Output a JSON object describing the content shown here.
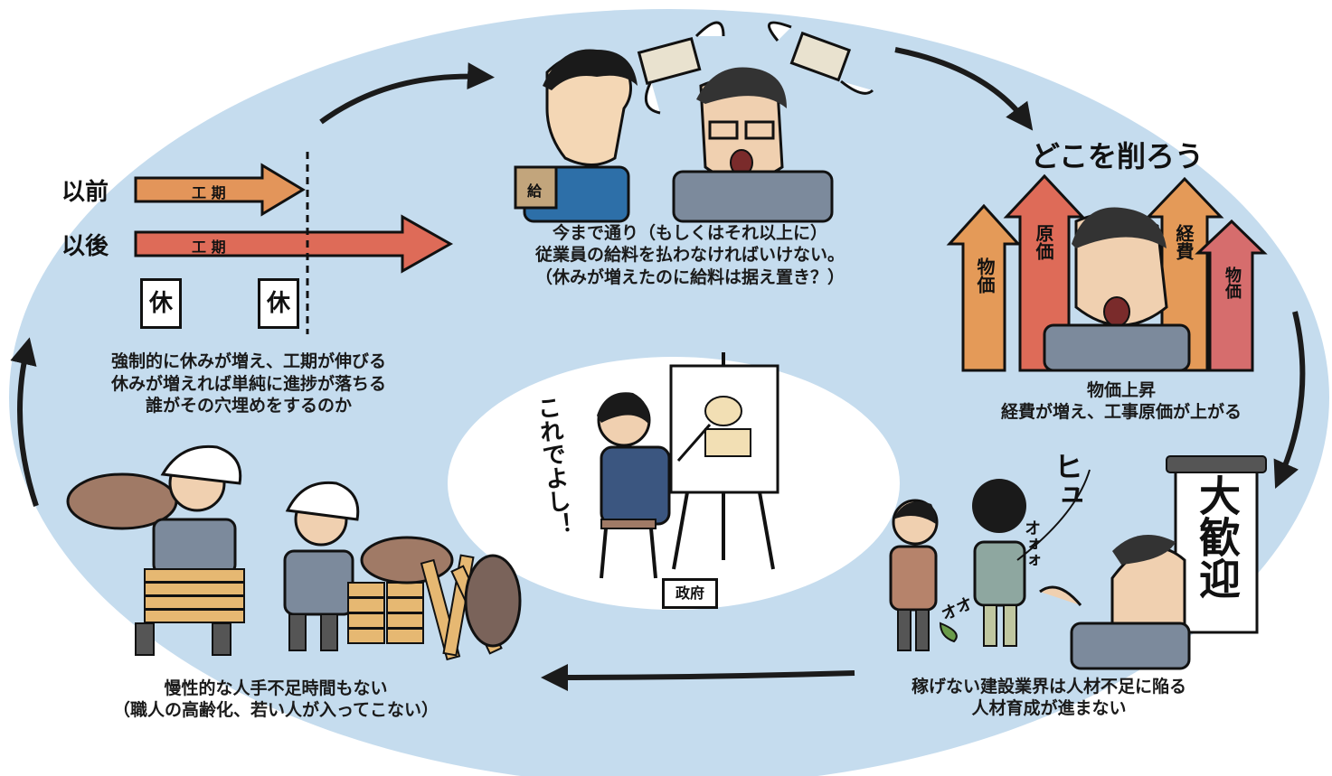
{
  "timeline": {
    "before_label": "以前",
    "after_label": "以後",
    "bar_label_before": "工 期",
    "bar_label_after": "工 期",
    "holiday_1": "休",
    "holiday_2": "休",
    "colors": {
      "before_bar": "#e3955a",
      "after_bar": "#de6b58"
    }
  },
  "captions": {
    "top": [
      "今まで通り（もしくはそれ以上に）",
      "従業員の給料を払わなければいけない。",
      "（休みが増えたのに給料は据え置き？）"
    ],
    "right_top": [
      "物価上昇",
      "経費が増え、工事原価が上がる"
    ],
    "right_bottom": [
      "稼げない建設業界は人材不足に陥る",
      "人材育成が進まない"
    ],
    "bottom_left": [
      "慢性的な人手不足時間もない",
      "（職人の高齢化、若い人が入ってこない）"
    ],
    "left": [
      "強制的に休みが増え、工期が伸びる",
      "休みが増えれば単純に進捗が落ちる",
      "誰がその穴埋めをするのか"
    ]
  },
  "cost_panel": {
    "heading": "どこを削ろう",
    "arrows": [
      "物価",
      "原価",
      "経費",
      "物価"
    ]
  },
  "envelope_label": "給",
  "talent_panel": {
    "wind_text_1": "ヒュ",
    "wind_text_2": "オォォ",
    "wind_text_3": "オオ",
    "banner": "大歓迎"
  },
  "center": {
    "exclamation": "これでよし！",
    "sign": "政府"
  },
  "colors": {
    "background_ellipse": "#c5dcee",
    "inner_ellipse": "#ffffff",
    "cycle_arrows": "#1b1b1b"
  }
}
